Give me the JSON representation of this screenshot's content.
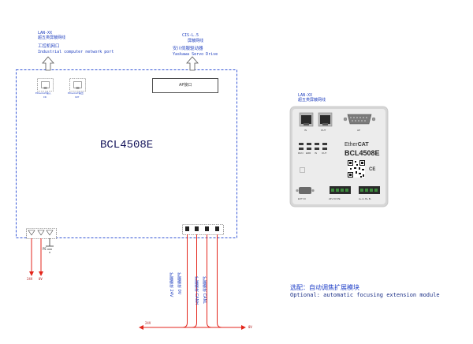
{
  "diagram": {
    "colors": {
      "boundary": "#3556d6",
      "power_line": "#e3261c",
      "text_blue": "#1f3fbf",
      "note_blue": "#2040c8",
      "note_en": "#1a2e86",
      "power_label": "#b01a1a"
    },
    "industrial_pc": {
      "cable_code": "LAN-XX",
      "cable_name": "超五类屏蔽网线",
      "name_cn": "工控机网口",
      "name_en": "Industrial computer network port"
    },
    "servo_drive": {
      "cable_code": "CIS-L.5",
      "cable_name": "屏蔽网线",
      "name_cn": "安川伺服驱动器",
      "name_en": "Yaskawa Servo Drive"
    },
    "module": {
      "name": "BCL4508E",
      "port_in": {
        "label": "EtherCAT输入",
        "sub": "IN"
      },
      "port_out": {
        "label": "EtherCAT输出",
        "sub": "OUT"
      },
      "ap_interface": "AP接口"
    },
    "power_input": {
      "pe": "PE",
      "positive": "24V",
      "negative": "0V"
    },
    "focus_bus": {
      "left_label": "24V",
      "right_label": "0V",
      "wires": [
        "扩展模块 24V",
        "扩展模块 0V",
        "扩展模块 CANH",
        "扩展模块 CANL"
      ]
    }
  },
  "device_photo": {
    "cable_code": "LAN-XX",
    "cable_name": "超五类屏蔽网线",
    "port_in": "IN",
    "port_out": "OUT",
    "port_ap": "AP",
    "leds": [
      "RUN",
      "ERR",
      "IN",
      "OUT"
    ],
    "logo_prefix": "Ether",
    "logo_suffix": "CAT",
    "model": "BCL4508E",
    "ce_mark": "CE",
    "bottom_labels": [
      "EXT IO",
      "24V 0V PE",
      "A+ A- B+ B-"
    ]
  },
  "optional_note": {
    "cn": "选配：自动调焦扩展模块",
    "en": "Optional: automatic focusing extension module"
  }
}
